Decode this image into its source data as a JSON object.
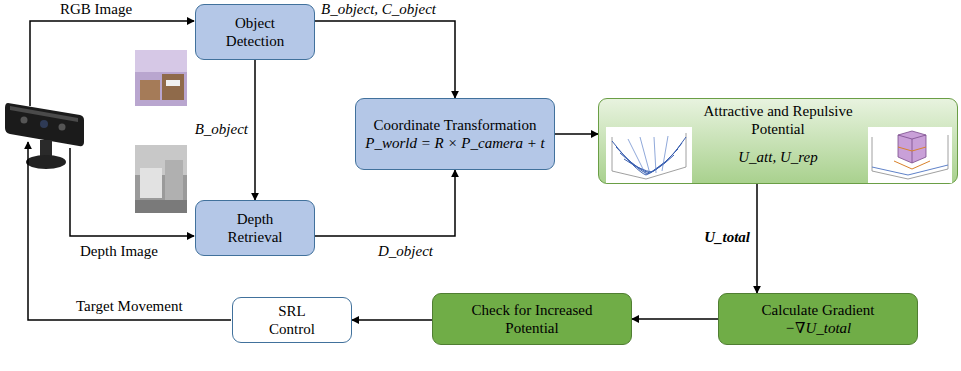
{
  "diagram": {
    "nodes": [
      {
        "text": [
          "Object Detection"
        ]
      },
      {
        "text": [
          "Coordinate Transformation",
          "P_world = R × P_camera + t"
        ]
      },
      {
        "text": [
          "Depth Retrieval"
        ]
      },
      {
        "text": [
          "Attractive and Repulsive Potential",
          "U_att, U_rep"
        ]
      },
      {
        "text": [
          "Calculate Gradient",
          "−∇U_total"
        ]
      },
      {
        "text": [
          "Check for Increased Potential"
        ]
      },
      {
        "text": [
          "SRL Control"
        ]
      }
    ],
    "edges": [
      {
        "from": 0,
        "to": 1,
        "arrow": "to",
        "label": "B_object, C_object"
      },
      {
        "from": 0,
        "to": 2,
        "arrow": "to",
        "label": "B_object"
      },
      {
        "from": 2,
        "to": 1,
        "arrow": "to",
        "label": "D_object"
      },
      {
        "from": 1,
        "to": 3,
        "arrow": "to"
      },
      {
        "from": 3,
        "to": 4,
        "arrow": "to",
        "label": "U_total"
      },
      {
        "from": 4,
        "to": 5,
        "arrow": "to"
      },
      {
        "from": 5,
        "to": 6,
        "arrow": "to"
      }
    ],
    "labels": [
      "RGB Image",
      "Depth Image",
      "Target Movement"
    ]
  }
}
